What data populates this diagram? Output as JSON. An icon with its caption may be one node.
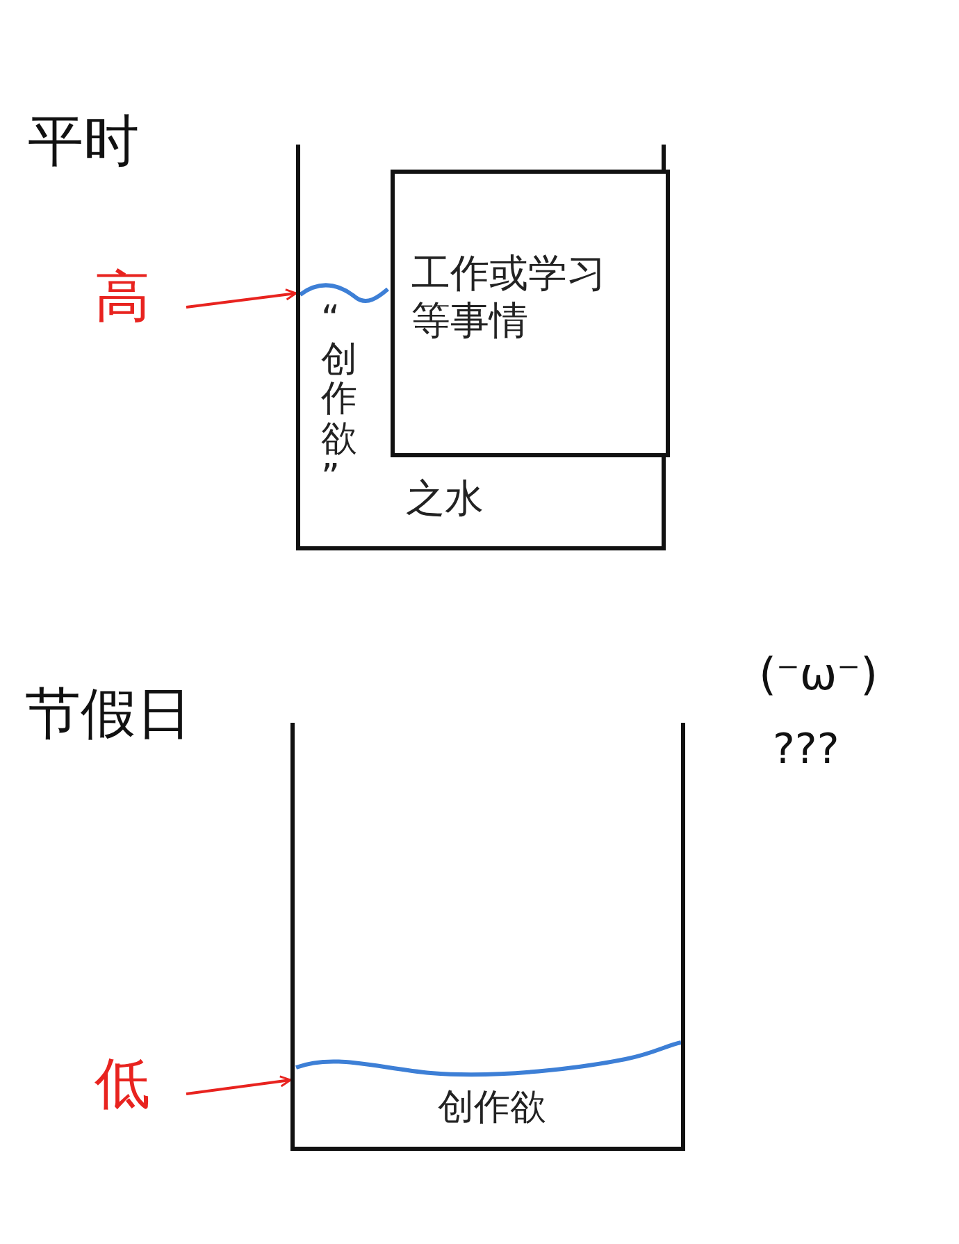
{
  "diagram": {
    "nodes": [
      {
        "text": [
          "“创作欲”",
          "之水"
        ]
      },
      {
        "text": [
          "工作或学习等事情"
        ],
        "in": 0
      },
      {
        "text": [
          "高"
        ]
      },
      {
        "text": [
          "创作欲"
        ]
      },
      {
        "text": [
          "低"
        ]
      }
    ],
    "edges": [
      {
        "from": 2,
        "to": 0,
        "arrow": "to",
        "color": "#e8231f"
      },
      {
        "from": 4,
        "to": 3,
        "arrow": "to",
        "color": "#e8231f"
      }
    ],
    "labels": [
      "平时",
      "节假日",
      "(⁻ω⁻)",
      "???"
    ]
  }
}
